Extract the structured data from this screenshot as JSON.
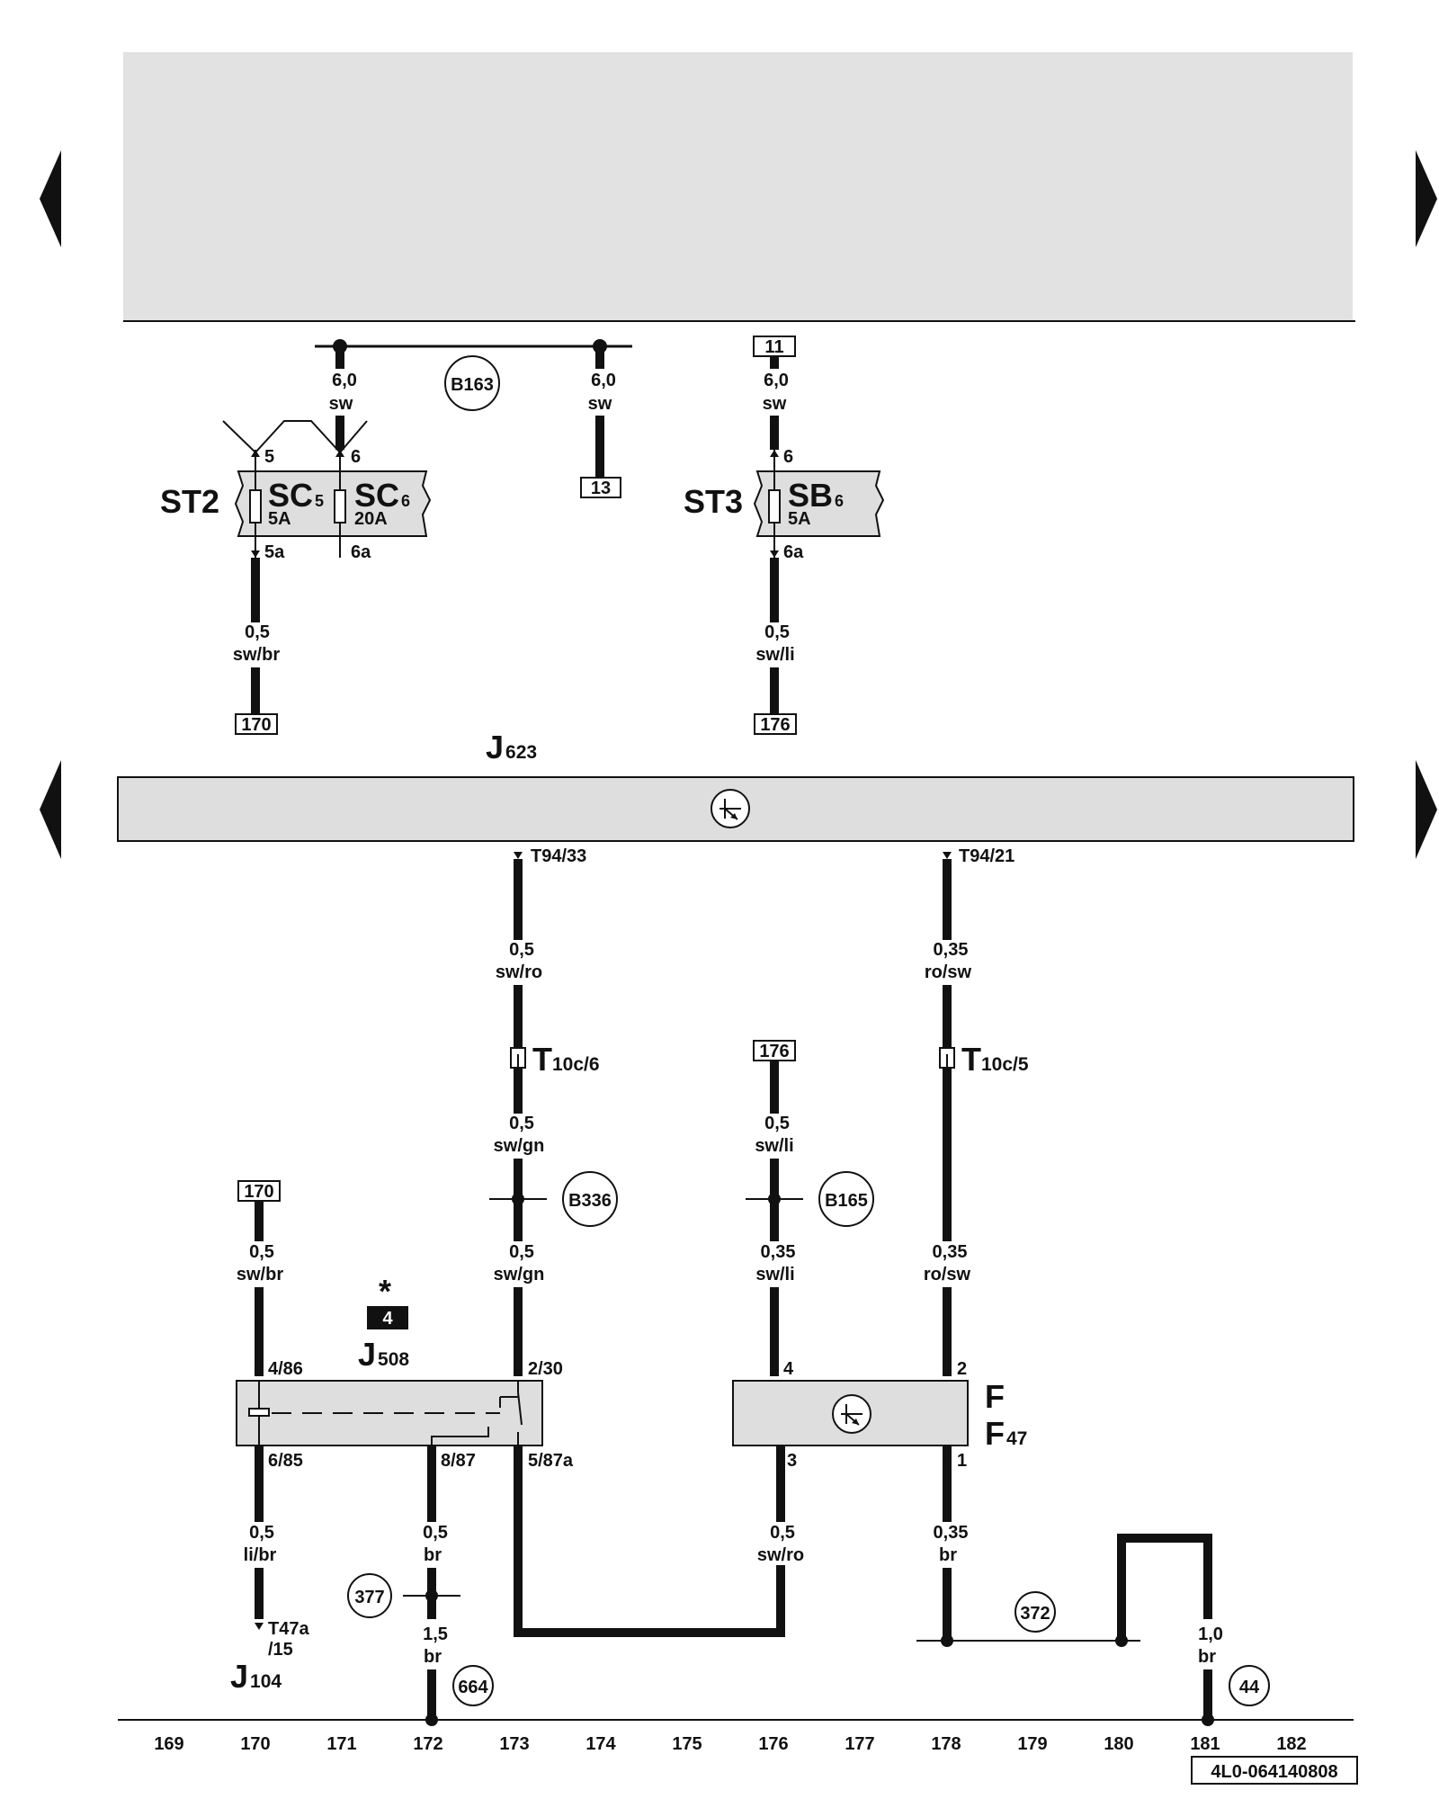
{
  "components": {
    "st2": "ST2",
    "st3": "ST3",
    "sc5": "SC",
    "sc5_sub": "5",
    "sc5_amp": "5A",
    "sc6": "SC",
    "sc6_sub": "6",
    "sc6_amp": "20A",
    "sb6": "SB",
    "sb6_sub": "6",
    "sb6_amp": "5A",
    "j623": "J",
    "j623_sub": "623",
    "j508": "J",
    "j508_sub": "508",
    "j104": "J",
    "j104_sub": "104",
    "f47_top": "F",
    "f47": "F",
    "f47_sub": "47",
    "t10c6": "T",
    "t10c6_sub": "10c/6",
    "t10c5": "T",
    "t10c5_sub": "10c/5",
    "star": "*",
    "badge": "4"
  },
  "pins": {
    "p5": "5",
    "p6": "6",
    "p5a": "5a",
    "p6a": "6a",
    "sb_in": "6",
    "sb_out": "6a",
    "t94_33": "T94/33",
    "t94_21": "T94/21",
    "j508_486": "4/86",
    "j508_230": "2/30",
    "j508_685": "6/85",
    "j508_887": "8/87",
    "j508_587a": "5/87a",
    "f47_4": "4",
    "f47_2": "2",
    "f47_3": "3",
    "f47_1": "1",
    "t47a": "T47a",
    "t47a_15": "/15"
  },
  "wires": {
    "w1_size": "6,0",
    "w1_color": "sw",
    "w2_size": "6,0",
    "w2_color": "sw",
    "w3_size": "6,0",
    "w3_color": "sw",
    "w4_size": "0,5",
    "w4_color": "sw/br",
    "w5_size": "0,5",
    "w5_color": "sw/li",
    "w6_size": "0,5",
    "w6_color": "sw/ro",
    "w7_size": "0,35",
    "w7_color": "ro/sw",
    "w8_size": "0,5",
    "w8_color": "sw/gn",
    "w9_size": "0,5",
    "w9_color": "sw/li",
    "w10_size": "0,5",
    "w10_color": "sw/br",
    "w11_size": "0,5",
    "w11_color": "sw/gn",
    "w12_size": "0,35",
    "w12_color": "sw/li",
    "w13_size": "0,35",
    "w13_color": "ro/sw",
    "w14_size": "0,5",
    "w14_color": "li/br",
    "w15_size": "0,5",
    "w15_color": "br",
    "w16_size": "0,5",
    "w16_color": "sw/ro",
    "w17_size": "0,35",
    "w17_color": "br",
    "w18_size": "1,5",
    "w18_color": "br",
    "w19_size": "1,0",
    "w19_color": "br"
  },
  "refs": {
    "top_11": "11",
    "ref_13": "13",
    "ref_170a": "170",
    "ref_176a": "176",
    "ref_176b": "176",
    "ref_170b": "170"
  },
  "connectors": {
    "b163": "B163",
    "b336": "B336",
    "b165": "B165",
    "c377": "377",
    "c372": "372",
    "c664": "664",
    "c44": "44"
  },
  "columns": [
    "169",
    "170",
    "171",
    "172",
    "173",
    "174",
    "175",
    "176",
    "177",
    "178",
    "179",
    "180",
    "181",
    "182"
  ],
  "diagram_code": "4L0-064140808"
}
